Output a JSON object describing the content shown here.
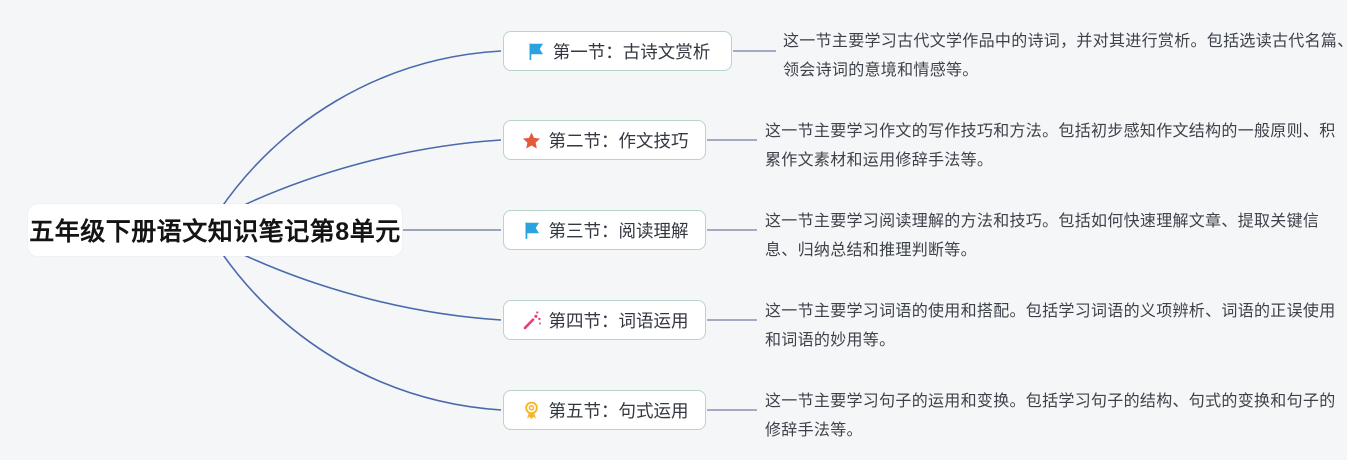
{
  "root": {
    "title": "五年级下册语文知识笔记第8单元"
  },
  "branches": [
    {
      "icon": "flag-icon",
      "label": "第一节：古诗文赏析",
      "description": "这一节主要学习古代文学作品中的诗词，并对其进行赏析。包括选读古代名篇、领会诗词的意境和情感等。"
    },
    {
      "icon": "star-icon",
      "label": "第二节：作文技巧",
      "description": "这一节主要学习作文的写作技巧和方法。包括初步感知作文结构的一般原则、积累作文素材和运用修辞手法等。"
    },
    {
      "icon": "flag-icon",
      "label": "第三节：阅读理解",
      "description": "这一节主要学习阅读理解的方法和技巧。包括如何快速理解文章、提取关键信息、归纳总结和推理判断等。"
    },
    {
      "icon": "wand-icon",
      "label": "第四节：词语运用",
      "description": "这一节主要学习词语的使用和搭配。包括学习词语的义项辨析、词语的正误使用和词语的妙用等。"
    },
    {
      "icon": "medal-icon",
      "label": "第五节：句式运用",
      "description": "这一节主要学习句子的运用和变换。包括学习句子的结构、句式的变换和句子的修辞手法等。"
    }
  ],
  "colors": {
    "background": "#f5f6f7",
    "curve_blue": "#4a69ad",
    "straight_connector_gray": "#8d96b4",
    "note_connector_gray": "#989fba",
    "node_border_mint": "#b7d4c8",
    "flag_blue": "#2ba3e0",
    "star_orange": "#e4593a",
    "wand_pink": "#ee3d76",
    "medal_gold": "#f4b82f"
  }
}
